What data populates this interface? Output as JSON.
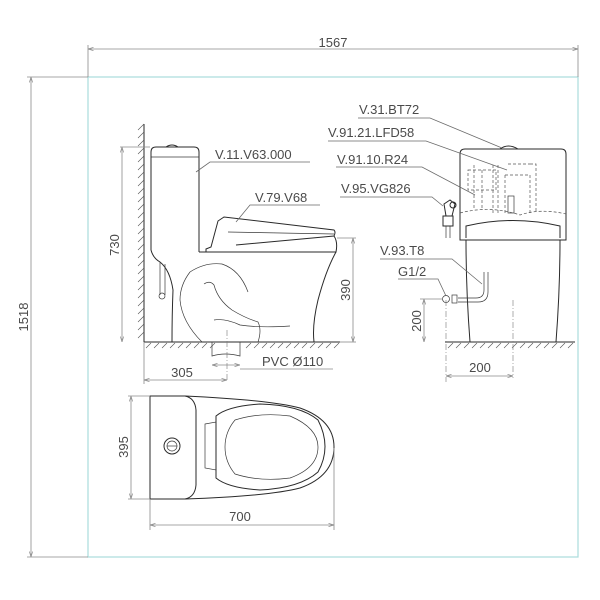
{
  "drawing": {
    "overall_width": "1567",
    "overall_height": "1518"
  },
  "side_view": {
    "height_total": "730",
    "seat_height": "390",
    "wall_to_outlet": "305",
    "outlet_pipe": "PVC Ø110",
    "labels": {
      "body": "V.11.V63.000",
      "seat": "V.79.V68"
    }
  },
  "front_view": {
    "inlet_height": "200",
    "inlet_offset": "200",
    "labels": {
      "button": "V.31.BT72",
      "flush_valve": "V.91.21.LFD58",
      "fill_valve": "V.91.10.R24",
      "angle_valve": "V.95.VG826",
      "hose": "V.93.T8",
      "thread": "G1/2"
    }
  },
  "top_view": {
    "width": "395",
    "length": "700"
  },
  "colors": {
    "frame": "#a9dcdc",
    "dimension": "#8a8a8a",
    "ink": "#2a2a2a"
  }
}
